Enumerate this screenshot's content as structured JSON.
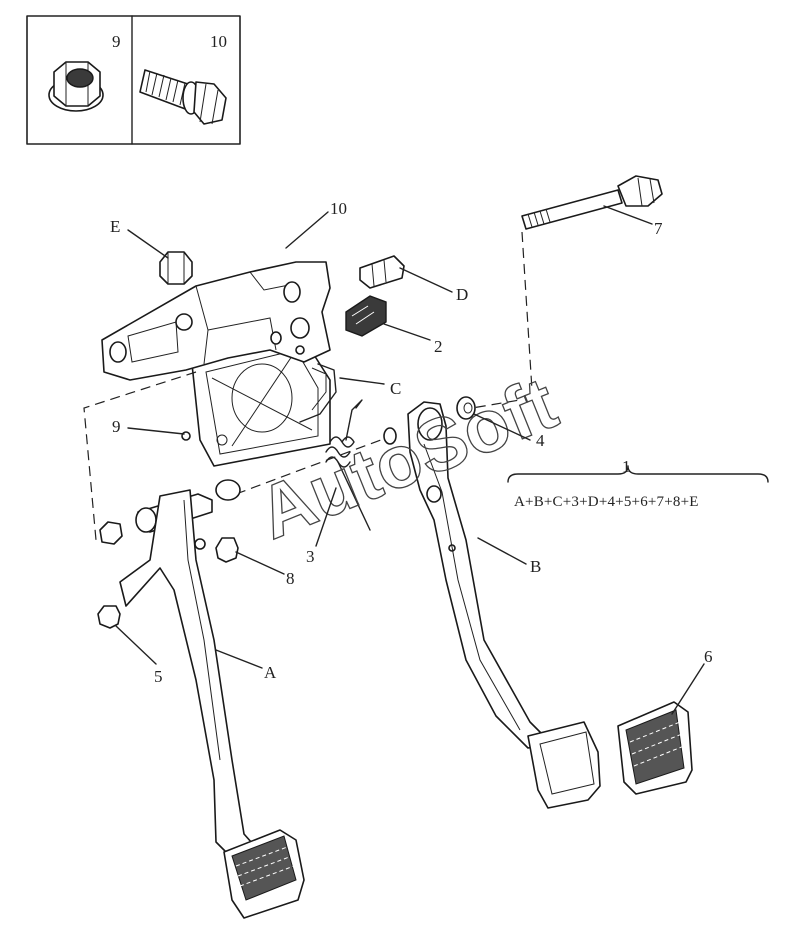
{
  "inset": {
    "label_left": "9",
    "label_right": "10"
  },
  "callouts": {
    "c10": "10",
    "cE": "E",
    "c7": "7",
    "cD": "D",
    "c2": "2",
    "cC": "C",
    "c9": "9",
    "c4": "4",
    "c1": "1",
    "c3": "3",
    "c8": "8",
    "cB": "B",
    "c5": "5",
    "cA": "A",
    "c6": "6"
  },
  "assembly_formula": "A+B+C+3+D+4+5+6+7+8+E",
  "watermark": "AutoSoft"
}
